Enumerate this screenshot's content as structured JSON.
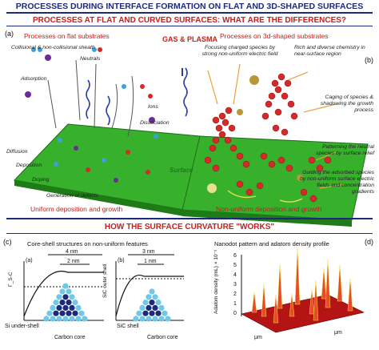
{
  "header": {
    "title": "PROCESSES DURING INTERFACE FORMATION ON FLAT AND 3D-SHAPED SURFACES",
    "section1": "PROCESSES AT FLAT AND CURVED SURFACES: WHAT ARE THE DIFFERENCES?",
    "section2": "HOW THE SURFACE CURVATURE \"WORKS\""
  },
  "top": {
    "panel_a": "(a)",
    "panel_b": "(b)",
    "left_title": "Processes on flat substrates",
    "right_title": "Processes on 3d-shaped substrates",
    "center_title": "GAS & PLASMA",
    "surface": "Surface",
    "left_labels": {
      "sheath": "Collisional & non-collisional sheath",
      "neutrals": "Neutrals",
      "adsorption": "Adsorption",
      "ions": "Ions",
      "dissociation": "Dissociation",
      "diffusion": "Diffusion",
      "deposition": "Deposition",
      "doping": "Doping",
      "defects": "Generation of defects"
    },
    "right_labels": {
      "focusing": "Focusing charged species by strong non-uniform electric field",
      "chemistry": "Rich and diverse chemistry in near-surface region",
      "caging": "Caging of species & shadowing the growth process",
      "patterning": "Patterning the neutral species by surface relief",
      "guiding": "Guiding the adsorbed species by non-uniform surface electric fields and concentration gradients"
    },
    "left_footer": "Uniform deposition and growth",
    "right_footer": "Non-uniform deposition and growth"
  },
  "bottom": {
    "panel_c": "(c)",
    "panel_d": "(d)",
    "left_title": "Core-shell structures on non-uniform features",
    "right_title": "Nanodot pattern and adatom density profile",
    "sub_a": "(a)",
    "sub_b": "(b)",
    "dim_a_outer": "4 nm",
    "dim_a_inner": "2 nm",
    "dim_b_outer": "3 nm",
    "dim_b_inner": "1 nm",
    "y_axis": "Γ_S-C",
    "label_sic_outer": "SiC outer shell",
    "label_si_under": "Si under-shell",
    "label_carbon_core": "Carbon core",
    "label_sic_shell": "SiC shell",
    "label_carbon_core2": "Carbon core",
    "plot_ylabel": "Adatom density (mL) × 10⁻¹",
    "yticks": [
      "0",
      "1",
      "2",
      "3",
      "4",
      "5",
      "6"
    ],
    "xlabel1": "μm",
    "xlabel2": "μm"
  },
  "colors": {
    "title_blue": "#1c2a7c",
    "accent_red": "#c42020",
    "surface_green": "#37b02c",
    "cluster_red": "#d42a2a"
  }
}
